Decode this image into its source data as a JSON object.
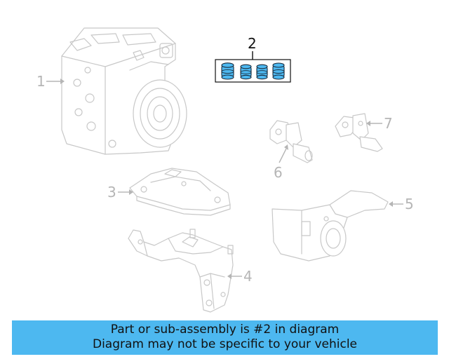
{
  "callouts": {
    "c1": "1",
    "c2": "2",
    "c3": "3",
    "c4": "4",
    "c5": "5",
    "c6": "6",
    "c7": "7"
  },
  "banner": {
    "line1": "Part or sub-assembly is #2 in diagram",
    "line2": "Diagram may not be specific to your vehicle"
  },
  "colors": {
    "highlight_part": "#4db8f0",
    "banner_bg": "#4db8f0",
    "faded_lines": "#c8c8c8"
  }
}
